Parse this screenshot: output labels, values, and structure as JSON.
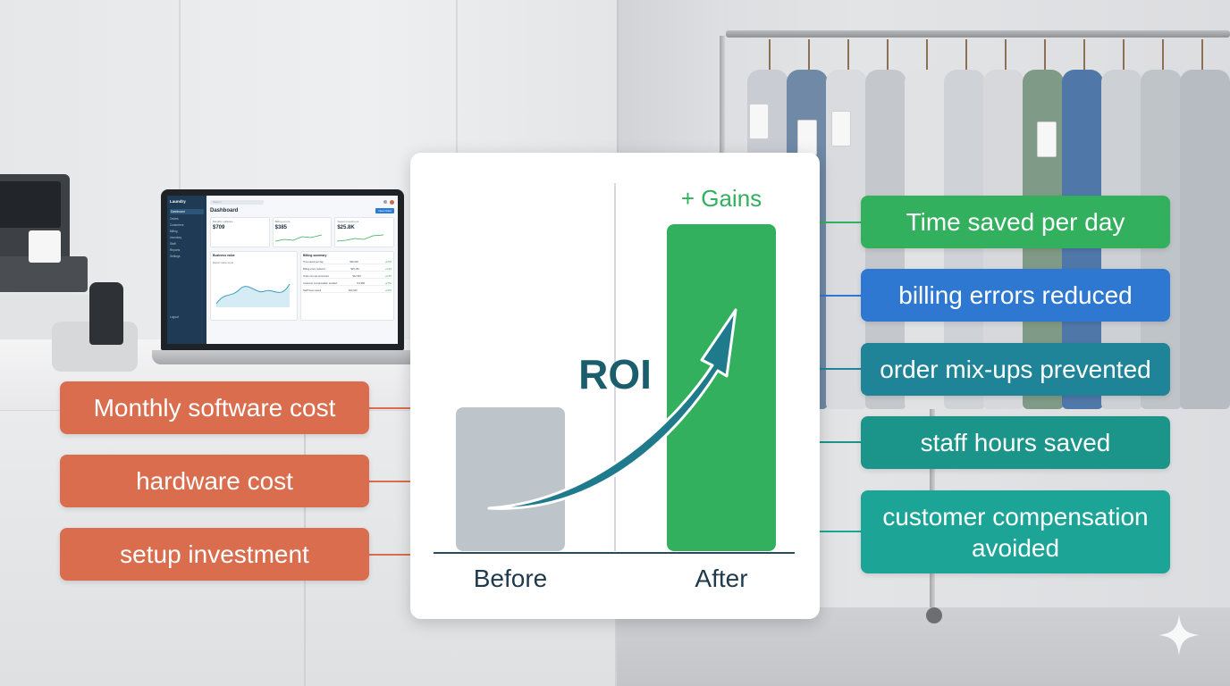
{
  "laptop": {
    "app_name": "Laundry",
    "search_placeholder": "Search",
    "nav": [
      "Dashboard",
      "Orders",
      "Customers",
      "Billing",
      "Inventory",
      "Staff",
      "Reports",
      "Settings"
    ],
    "footer": "Logout",
    "page_title": "Dashboard",
    "action_button": "New Order",
    "cards": [
      {
        "label": "Monthly software",
        "value": "$709"
      },
      {
        "label": "Billing errors",
        "value": "$385"
      },
      {
        "label": "Saved investment",
        "value": "$25.8K"
      }
    ],
    "panel_left": {
      "title": "Business value",
      "subtitle": "Report value trend"
    },
    "panel_right": {
      "title": "Billing summary",
      "rows": [
        {
          "label": "Time saved per day",
          "v1": "$30,000",
          "v2": "+4.5%"
        },
        {
          "label": "Billing errors reduced",
          "v1": "$25,150",
          "v2": "+4.4%"
        },
        {
          "label": "Order mix-ups prevented",
          "v1": "$12,540",
          "v2": "+3.3%"
        },
        {
          "label": "Customer compensation avoided",
          "v1": "$ 9,680",
          "v2": "+2.5%"
        },
        {
          "label": "Staff hours saved",
          "v1": "$12,540",
          "v2": "+2.8%"
        }
      ]
    }
  },
  "chart_data": {
    "type": "bar",
    "title": "ROI",
    "categories": [
      "Before",
      "After"
    ],
    "values": [
      44,
      100
    ],
    "value_unit": "relative height (%)",
    "annotation": "+ Gains",
    "colors": {
      "before": "#bec5ca",
      "after": "#33b05d",
      "arrow": "#1f7a8c",
      "title": "#1a5e6e"
    }
  },
  "costs": {
    "items": [
      "Monthly software cost",
      "hardware cost",
      "setup investment"
    ],
    "color": "#d96d4e"
  },
  "gains": {
    "items": [
      {
        "label": "Time saved per day",
        "color": "#33b05d"
      },
      {
        "label": "billing errors reduced",
        "color": "#2e78d1"
      },
      {
        "label": "order mix-ups prevented",
        "color": "#1f8498"
      },
      {
        "label": "staff hours saved",
        "color": "#1b9489"
      },
      {
        "label": "customer compensation avoided",
        "color": "#1ca597"
      }
    ]
  },
  "icons": {
    "sparkle": "sparkle-icon"
  }
}
